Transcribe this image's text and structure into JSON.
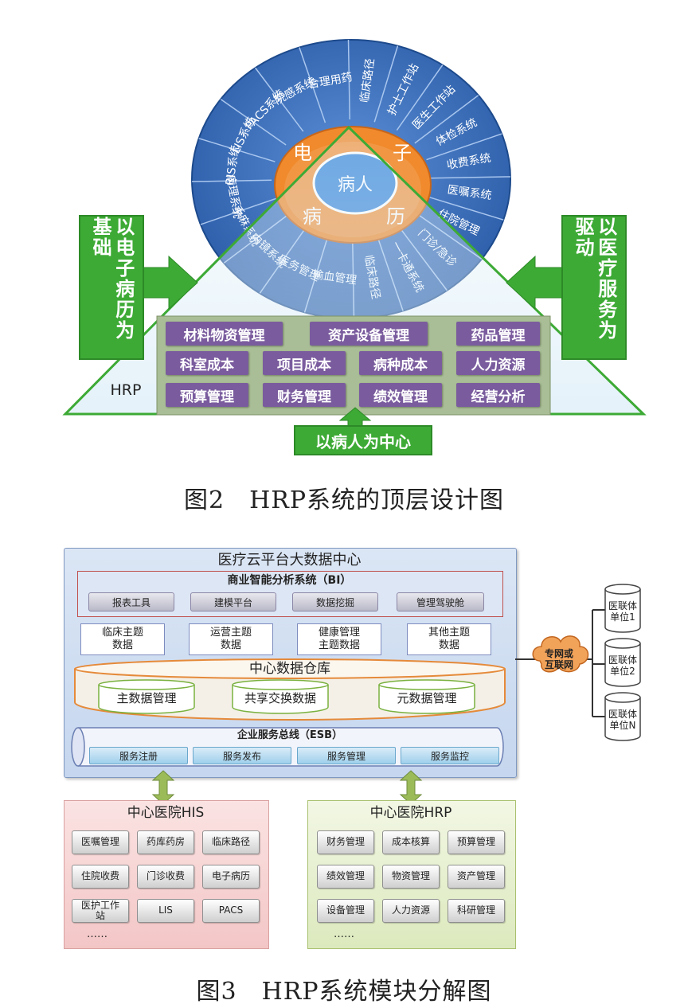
{
  "figure2": {
    "wheel_outer": [
      "临床路径",
      "护士工作站",
      "医生工作站",
      "体检系统",
      "收费系统",
      "医嘱系统",
      "住院管理",
      "门诊/急诊",
      "一卡通系统",
      "临床路径",
      "输血管理",
      "医务管理",
      "内镜系统",
      "手麻系统",
      "病理系统",
      "RIS系统",
      "LIS系统",
      "PACS系统",
      "院感系统",
      "合理用药"
    ],
    "ring_chars": [
      "电",
      "子",
      "病",
      "历"
    ],
    "center": "病人",
    "left_box": "以电子病历为基础",
    "right_box": "以医疗服务为驱动",
    "hrp_label": "HRP",
    "modules": [
      [
        "材料物资管理",
        "资产设备管理",
        "药品管理"
      ],
      [
        "科室成本",
        "项目成本",
        "病种成本",
        "人力资源"
      ],
      [
        "预算管理",
        "财务管理",
        "绩效管理",
        "经营分析"
      ]
    ],
    "bottom_box": "以病人为中心",
    "caption": "图2　HRP系统的顶层设计图"
  },
  "figure3": {
    "cloud_title": "医疗云平台大数据中心",
    "bi_title": "商业智能分析系统（BI）",
    "bi_items": [
      "报表工具",
      "建模平台",
      "数据挖掘",
      "管理驾驶舱"
    ],
    "topics": [
      "临床主题\n数据",
      "运营主题\n数据",
      "健康管理\n主题数据",
      "其他主题\n数据"
    ],
    "warehouse_title": "中心数据仓库",
    "warehouse_items": [
      "主数据管理",
      "共享交换数据",
      "元数据管理"
    ],
    "esb_title": "企业服务总线（ESB）",
    "esb_items": [
      "服务注册",
      "服务发布",
      "服务管理",
      "服务监控"
    ],
    "network": "专网或\n互联网",
    "units": [
      "医联体\n单位1",
      "医联体\n单位2",
      "医联体\n单位N"
    ],
    "his_title": "中心医院HIS",
    "his_items": [
      "医嘱管理",
      "药库药房",
      "临床路径",
      "住院收费",
      "门诊收费",
      "电子病历",
      "医护工作\n站",
      "LIS",
      "PACS"
    ],
    "his_more": "……",
    "hrp_title": "中心医院HRP",
    "hrp_items": [
      "财务管理",
      "成本核算",
      "预算管理",
      "绩效管理",
      "物资管理",
      "资产管理",
      "设备管理",
      "人力资源",
      "科研管理"
    ],
    "hrp_more": "……",
    "caption": "图3　HRP系统模块分解图"
  }
}
